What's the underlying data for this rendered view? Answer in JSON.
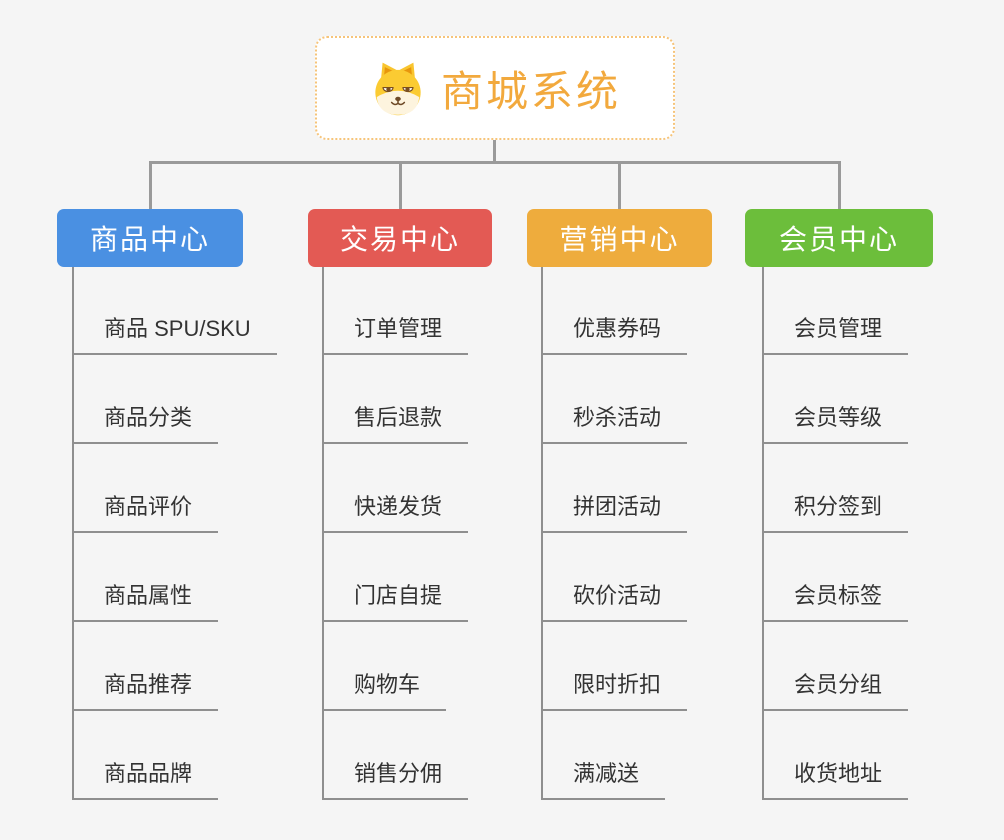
{
  "root": {
    "title": "商城系统",
    "icon": "dog-face-icon"
  },
  "colors": {
    "background": "#f5f5f5",
    "connector": "#9a9a9a",
    "leaf_underline": "#8f8f8f",
    "root_title": "#f2a93d",
    "root_border": "#f6c47a",
    "leaf_text": "#333333"
  },
  "branches": [
    {
      "label": "商品中心",
      "color": "#4a90e2",
      "items": [
        "商品 SPU/SKU",
        "商品分类",
        "商品评价",
        "商品属性",
        "商品推荐",
        "商品品牌"
      ]
    },
    {
      "label": "交易中心",
      "color": "#e35a54",
      "items": [
        "订单管理",
        "售后退款",
        "快递发货",
        "门店自提",
        "购物车",
        "销售分佣"
      ]
    },
    {
      "label": "营销中心",
      "color": "#eeac3d",
      "items": [
        "优惠券码",
        "秒杀活动",
        "拼团活动",
        "砍价活动",
        "限时折扣",
        "满减送"
      ]
    },
    {
      "label": "会员中心",
      "color": "#6cbe3b",
      "items": [
        "会员管理",
        "会员等级",
        "积分签到",
        "会员标签",
        "会员分组",
        "收货地址"
      ]
    }
  ]
}
